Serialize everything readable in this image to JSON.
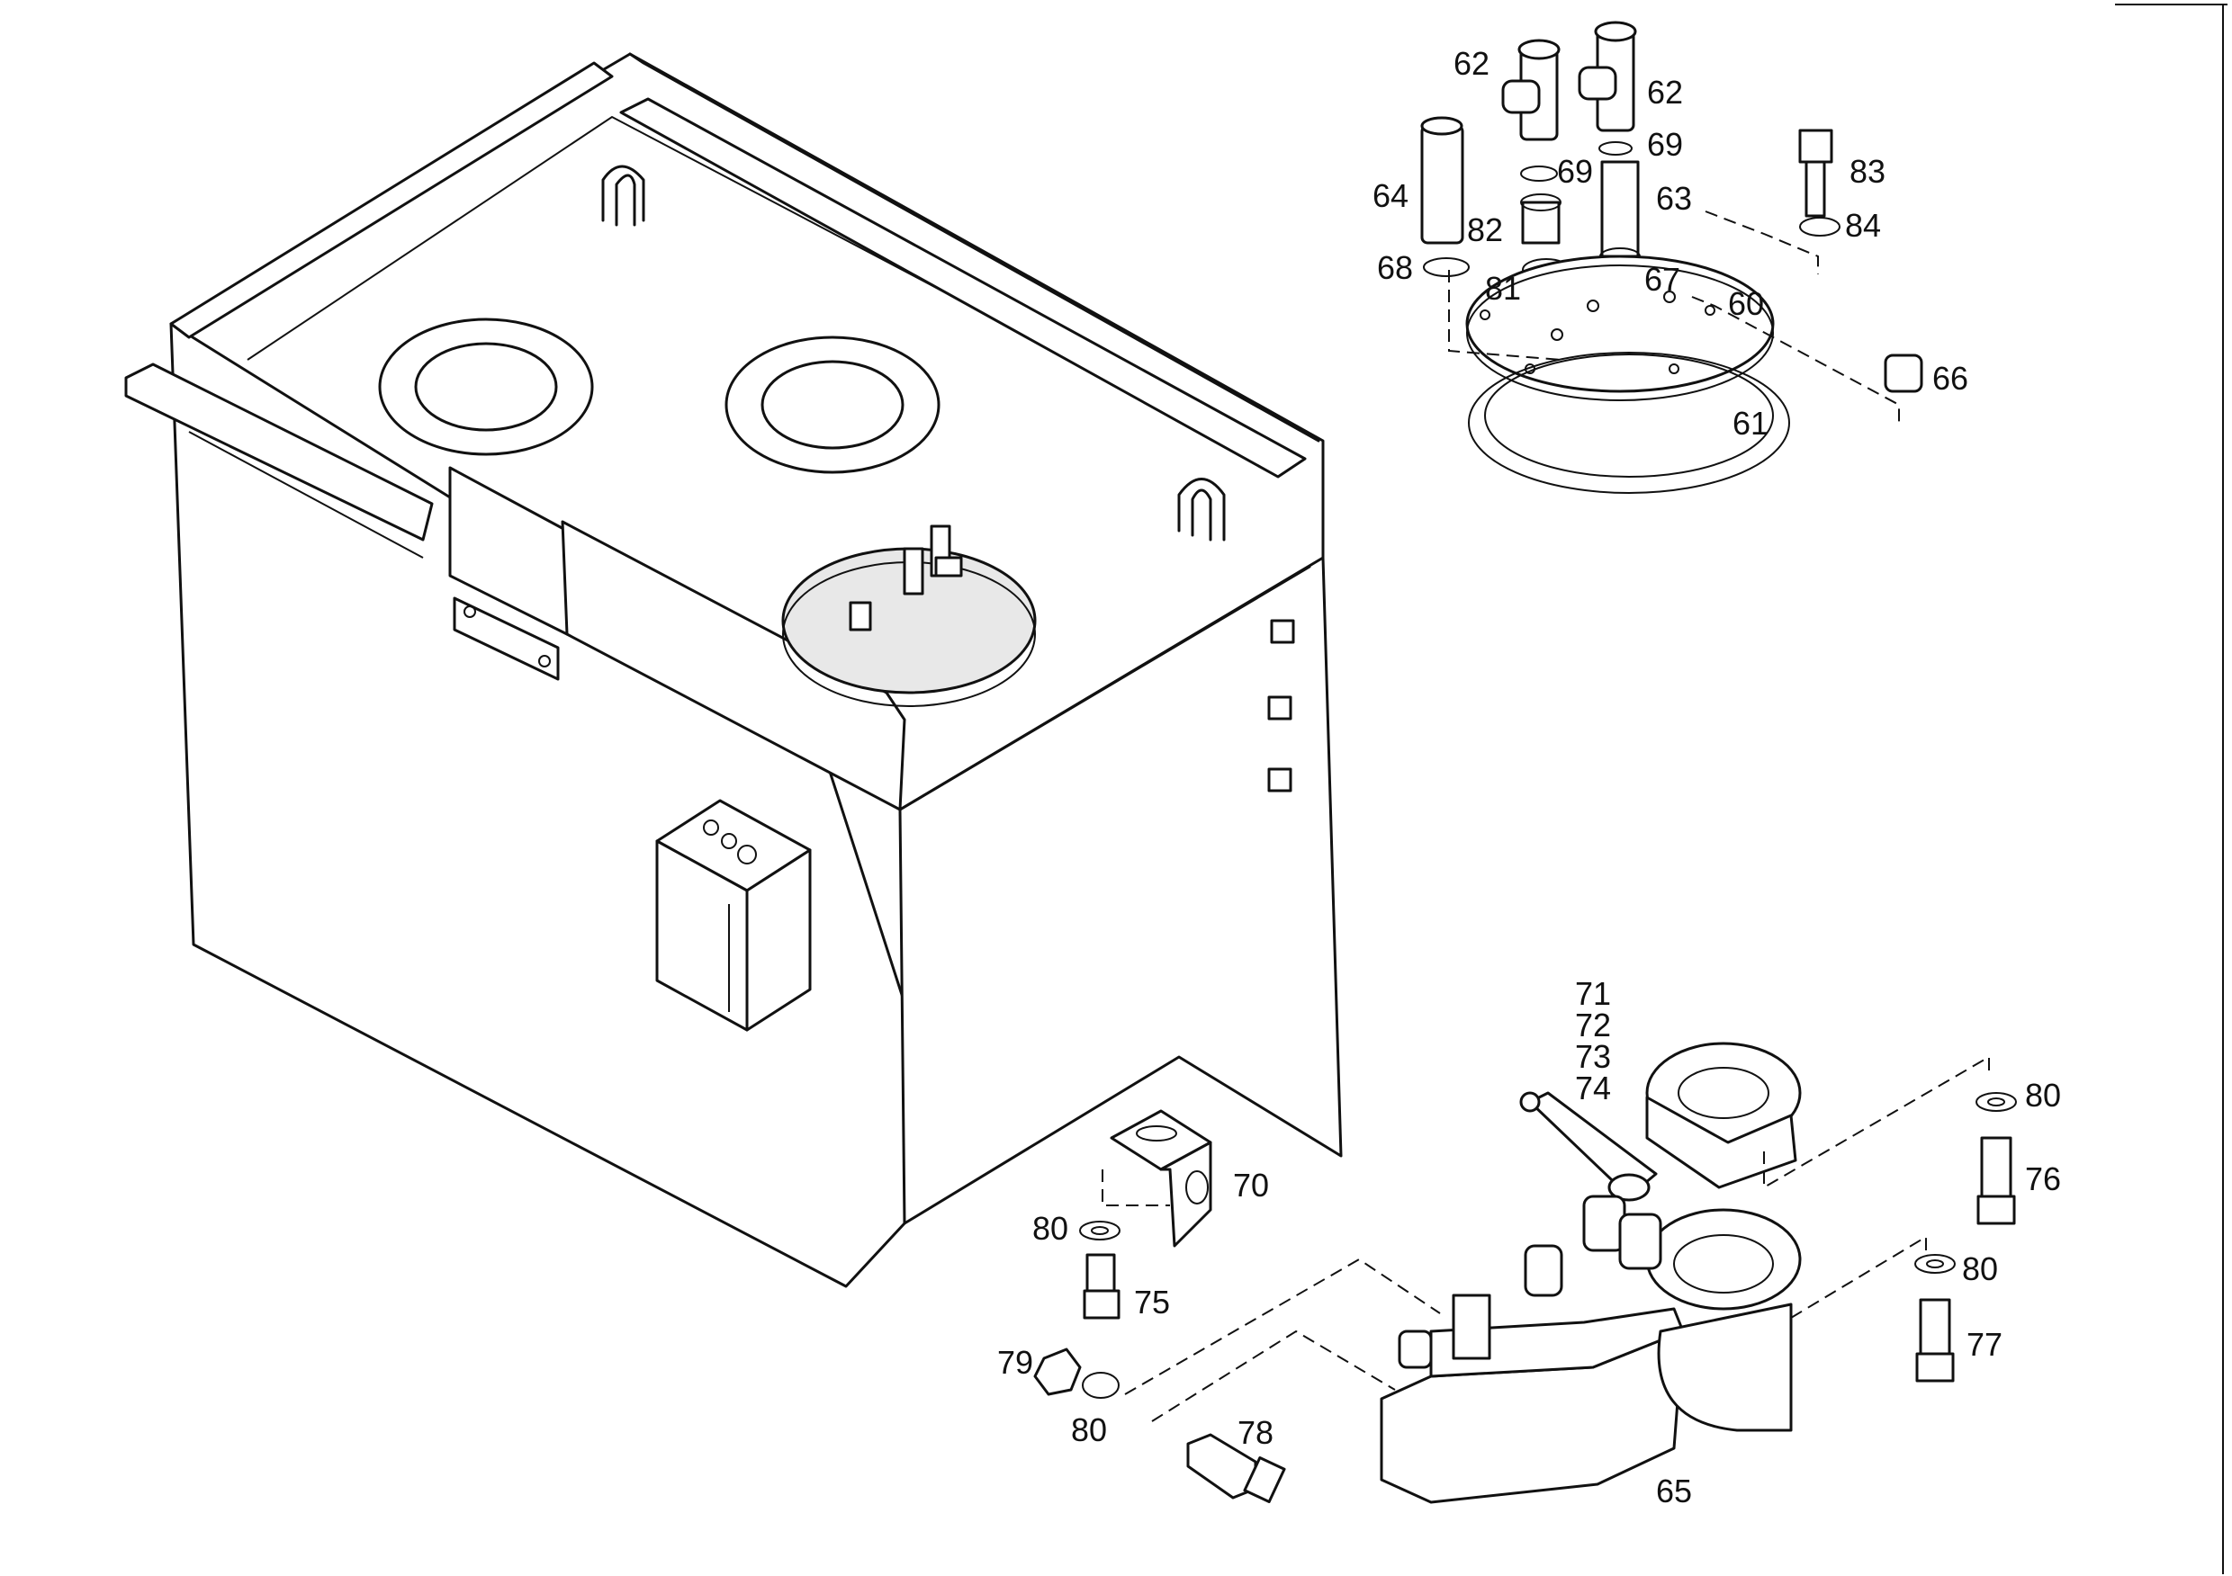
{
  "callouts": [
    {
      "id": "c62a",
      "text": "62"
    },
    {
      "id": "c62b",
      "text": "62"
    },
    {
      "id": "c69a",
      "text": "69"
    },
    {
      "id": "c69b",
      "text": "69"
    },
    {
      "id": "c64",
      "text": "64"
    },
    {
      "id": "c82",
      "text": "82"
    },
    {
      "id": "c63",
      "text": "63"
    },
    {
      "id": "c83",
      "text": "83"
    },
    {
      "id": "c84",
      "text": "84"
    },
    {
      "id": "c68",
      "text": "68"
    },
    {
      "id": "c81",
      "text": "81"
    },
    {
      "id": "c67",
      "text": "67"
    },
    {
      "id": "c60",
      "text": "60"
    },
    {
      "id": "c66",
      "text": "66"
    },
    {
      "id": "c61",
      "text": "61"
    },
    {
      "id": "c71",
      "text": "71"
    },
    {
      "id": "c72",
      "text": "72"
    },
    {
      "id": "c73",
      "text": "73"
    },
    {
      "id": "c74",
      "text": "74"
    },
    {
      "id": "c80a",
      "text": "80"
    },
    {
      "id": "c76",
      "text": "76"
    },
    {
      "id": "c70",
      "text": "70"
    },
    {
      "id": "c80b",
      "text": "80"
    },
    {
      "id": "c75",
      "text": "75"
    },
    {
      "id": "c80c",
      "text": "80"
    },
    {
      "id": "c77",
      "text": "77"
    },
    {
      "id": "c79",
      "text": "79"
    },
    {
      "id": "c80d",
      "text": "80"
    },
    {
      "id": "c78",
      "text": "78"
    },
    {
      "id": "c65",
      "text": "65"
    }
  ]
}
